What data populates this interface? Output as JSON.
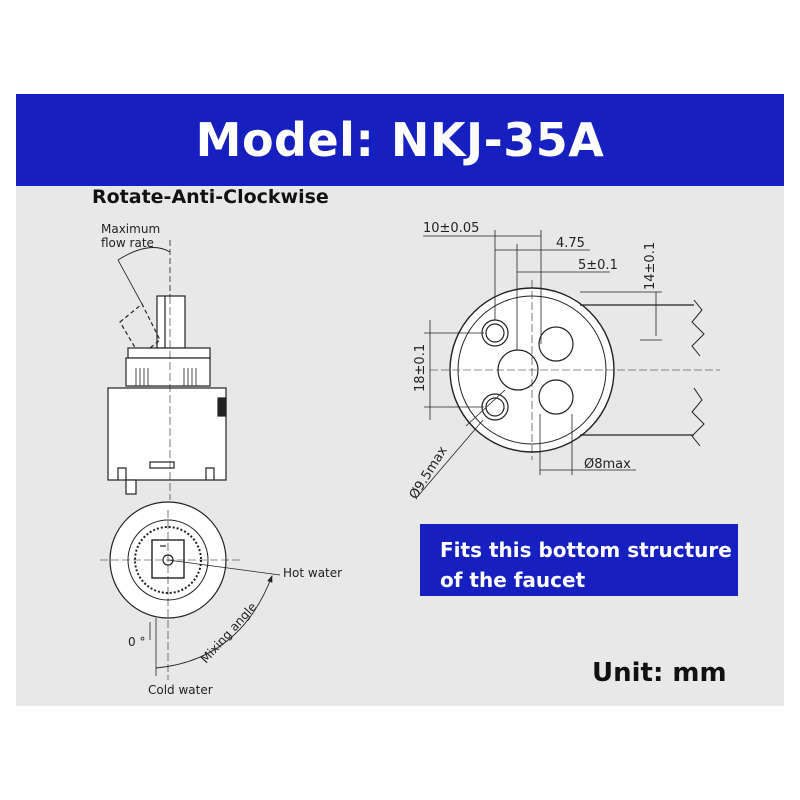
{
  "header": {
    "title": "Model: NKJ-35A"
  },
  "left": {
    "subtitle": "Rotate-Anti-Clockwise",
    "max_flow_line1": "Maximum",
    "max_flow_line2": "flow rate",
    "hot_water": "Hot water",
    "cold_water": "Cold water",
    "mixing_angle": "Mixing angle",
    "zero_deg": "0 °"
  },
  "right": {
    "dim_10": "10±0.05",
    "dim_475": "4.75",
    "dim_5": "5±0.1",
    "dim_14": "14±0.1",
    "dim_18": "18±0.1",
    "dim_d95": "Ø9.5max",
    "dim_d8": "Ø8max"
  },
  "fits": {
    "line1": "Fits this bottom structure",
    "line2": "of the faucet"
  },
  "unit": "Unit: mm",
  "colors": {
    "banner": "#1620c0",
    "panel": "#e8e8e8"
  }
}
